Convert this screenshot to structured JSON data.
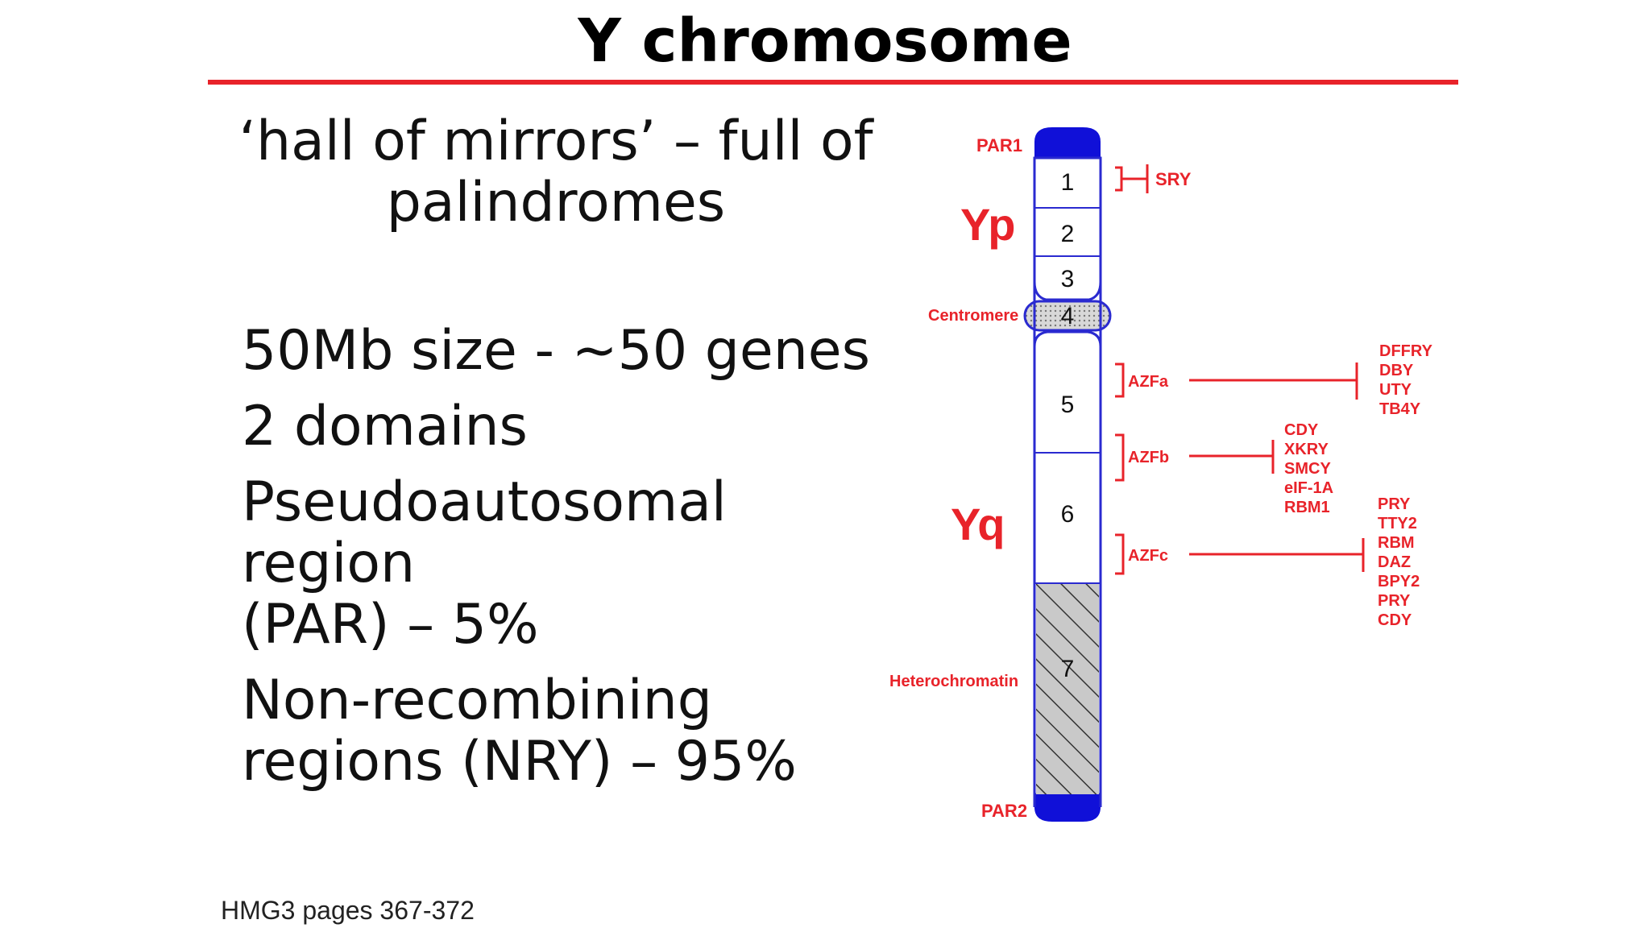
{
  "title": "Y chromosome",
  "subtitle_lines": [
    "‘hall of mirrors’ – full of",
    "palindromes"
  ],
  "bullets": [
    "50Mb size - ~50 genes",
    "2 domains",
    "Pseudoautosomal region",
    "(PAR) – 5%",
    "Non-recombining",
    "regions (NRY) – 95%"
  ],
  "reference": "HMG3 pages 367-372",
  "diagram": {
    "arm_labels": {
      "p": "Yp",
      "q": "Yq"
    },
    "region_labels": {
      "par1": "PAR1",
      "par2": "PAR2",
      "centromere": "Centromere",
      "heterochromatin": "Heterochromatin"
    },
    "band_numbers": [
      "1",
      "2",
      "3",
      "4",
      "5",
      "6",
      "7"
    ],
    "sry_label": "SRY",
    "azf": [
      {
        "label": "AZFa",
        "genes": [
          "DFFRY",
          "DBY",
          "UTY",
          "TB4Y"
        ]
      },
      {
        "label": "AZFb",
        "genes": [
          "CDY",
          "XKRY",
          "SMCY",
          "eIF-1A",
          "RBM1"
        ]
      },
      {
        "label": "AZFc",
        "genes": [
          "PRY",
          "TTY2",
          "RBM",
          "DAZ",
          "BPY2",
          "PRY",
          "CDY"
        ]
      }
    ],
    "colors": {
      "accent_red": "#e8232a",
      "chromosome_outline": "#2a2ad0",
      "telomere_blue": "#1010d8"
    }
  }
}
